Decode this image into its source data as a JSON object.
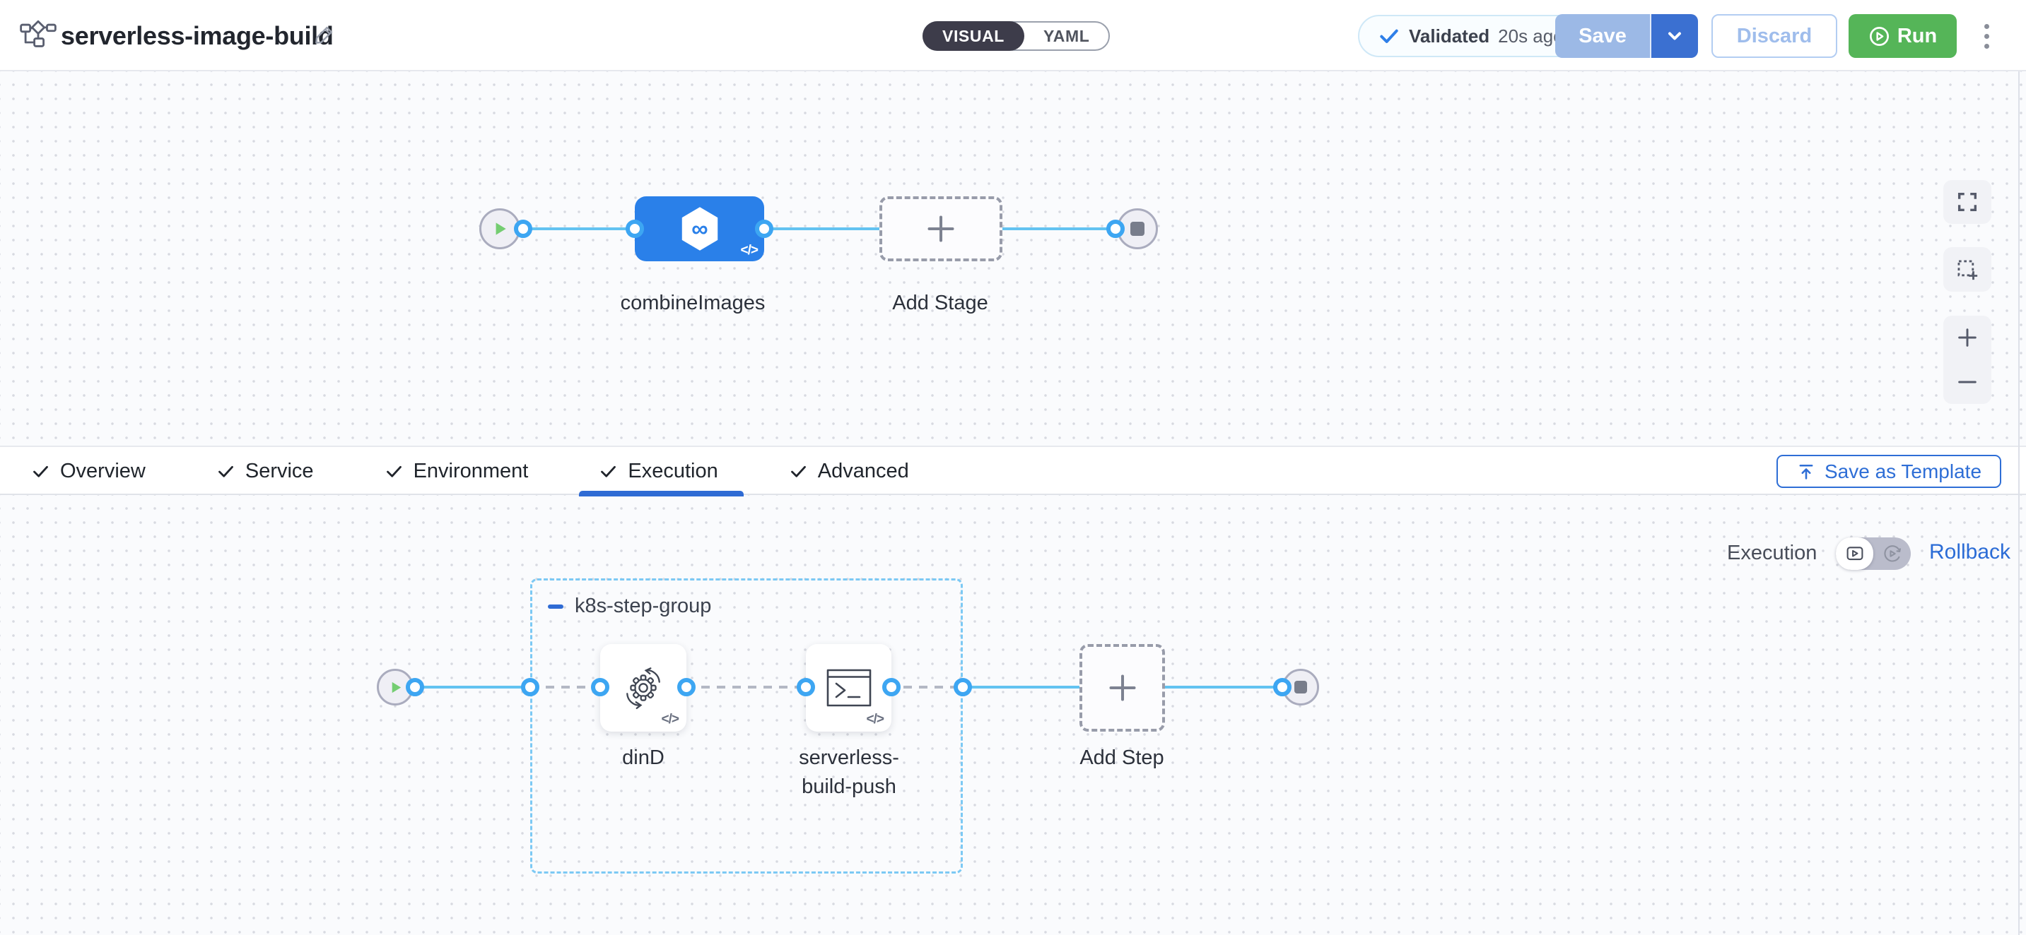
{
  "header": {
    "title": "serverless-image-build",
    "view_toggle": {
      "visual_label": "VISUAL",
      "yaml_label": "YAML",
      "active": "VISUAL"
    },
    "validated_badge": {
      "label": "Validated",
      "time_ago": "20s ago"
    },
    "buttons": {
      "save": "Save",
      "discard": "Discard",
      "run": "Run"
    }
  },
  "stage_canvas": {
    "stage_name": "combineImages",
    "add_stage_label": "Add Stage"
  },
  "tab_bar": {
    "tabs": [
      {
        "label": "Overview",
        "checked": true,
        "active": false
      },
      {
        "label": "Service",
        "checked": true,
        "active": false
      },
      {
        "label": "Environment",
        "checked": true,
        "active": false
      },
      {
        "label": "Execution",
        "checked": true,
        "active": true
      },
      {
        "label": "Advanced",
        "checked": true,
        "active": false
      }
    ],
    "save_as_template_label": "Save as Template"
  },
  "execution_canvas": {
    "mode_label": "Execution",
    "rollback_label": "Rollback",
    "step_group": {
      "name": "k8s-step-group",
      "steps": [
        {
          "name": "dinD"
        },
        {
          "name": "serverless-build-push"
        }
      ]
    },
    "add_step_label": "Add Step"
  },
  "icons": {
    "code_glyph": "</>",
    "infinity_glyph": "∞"
  },
  "colors": {
    "accent_blue": "#2a80e9",
    "connector_blue": "#63c3f1",
    "port_blue": "#3da6f2",
    "run_green": "#55b558",
    "save_disabled_blue": "#9cb9e6",
    "save_caret_blue": "#3b70d1",
    "link_blue": "#2b6cd6",
    "validated_check_blue": "#2e7fe8",
    "group_border_blue": "#7cc9f4",
    "toggle_dark": "#3d3c4a",
    "canvas_bg": "#fafbfd"
  }
}
